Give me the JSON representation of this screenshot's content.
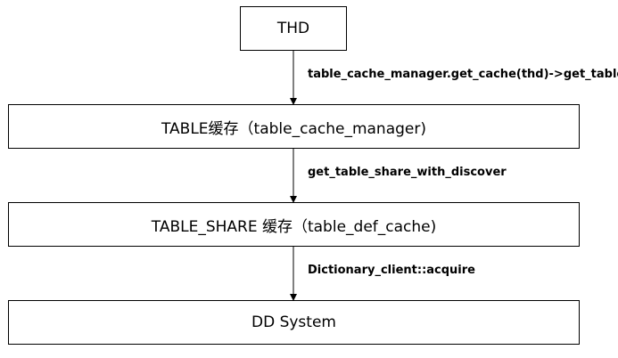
{
  "nodes": {
    "thd": "THD",
    "table_cache": "TABLE缓存（table_cache_manager)",
    "table_share_cache": "TABLE_SHARE 缓存（table_def_cache)",
    "dd_system": "DD System"
  },
  "edges": {
    "thd_to_table_cache": "table_cache_manager.get_cache(thd)->get_table",
    "table_cache_to_share": "get_table_share_with_discover",
    "share_to_dd": "Dictionary_client::acquire"
  }
}
